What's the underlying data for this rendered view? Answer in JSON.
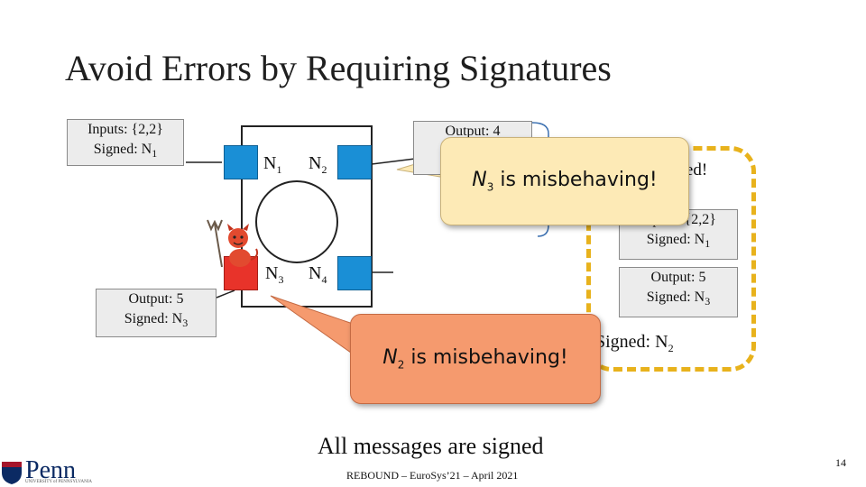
{
  "title": "Avoid Errors by Requiring Signatures",
  "input_box_left": {
    "line1": "Inputs: {2,2}",
    "line2_prefix": "Signed: N",
    "line2_sub": "1"
  },
  "output_box_left": {
    "line1": "Output: 5",
    "line2_prefix": "Signed: N",
    "line2_sub": "3"
  },
  "output_box_top": {
    "line1": "Output: 4"
  },
  "nodes": {
    "n1": {
      "prefix": "N",
      "sub": "1"
    },
    "n2": {
      "prefix": "N",
      "sub": "2"
    },
    "n3": {
      "prefix": "N",
      "sub": "3"
    },
    "n4": {
      "prefix": "N",
      "sub": "4"
    }
  },
  "bubble_top": {
    "text_prefix": "N",
    "text_sub": "3",
    "text_rest": " is misbehaving!"
  },
  "bubble_bottom": {
    "text_prefix": "N",
    "text_sub": "2",
    "text_rest": " is misbehaving!"
  },
  "saved_text": "aved!",
  "input_box_right": {
    "line1": "Inputs: {2,2}",
    "line2_prefix": "Signed: N",
    "line2_sub": "1"
  },
  "output_box_right": {
    "line1": "Output: 5",
    "line2_prefix": "Signed: N",
    "line2_sub": "3"
  },
  "signed_n2": {
    "prefix": "Signed: N",
    "sub": "2"
  },
  "footer": "All messages are signed",
  "citation": "REBOUND – EuroSys’21 – April 2021",
  "page_number": "14",
  "logo": {
    "text": "Penn",
    "sub": "UNIVERSITY of PENNSYLVANIA"
  },
  "colors": {
    "node": "#1a8fd6",
    "bubble_top": "#fdeab6",
    "bubble_bottom": "#f59a6e",
    "dashed": "#e8b21c",
    "devil_node": "#e8332a"
  }
}
